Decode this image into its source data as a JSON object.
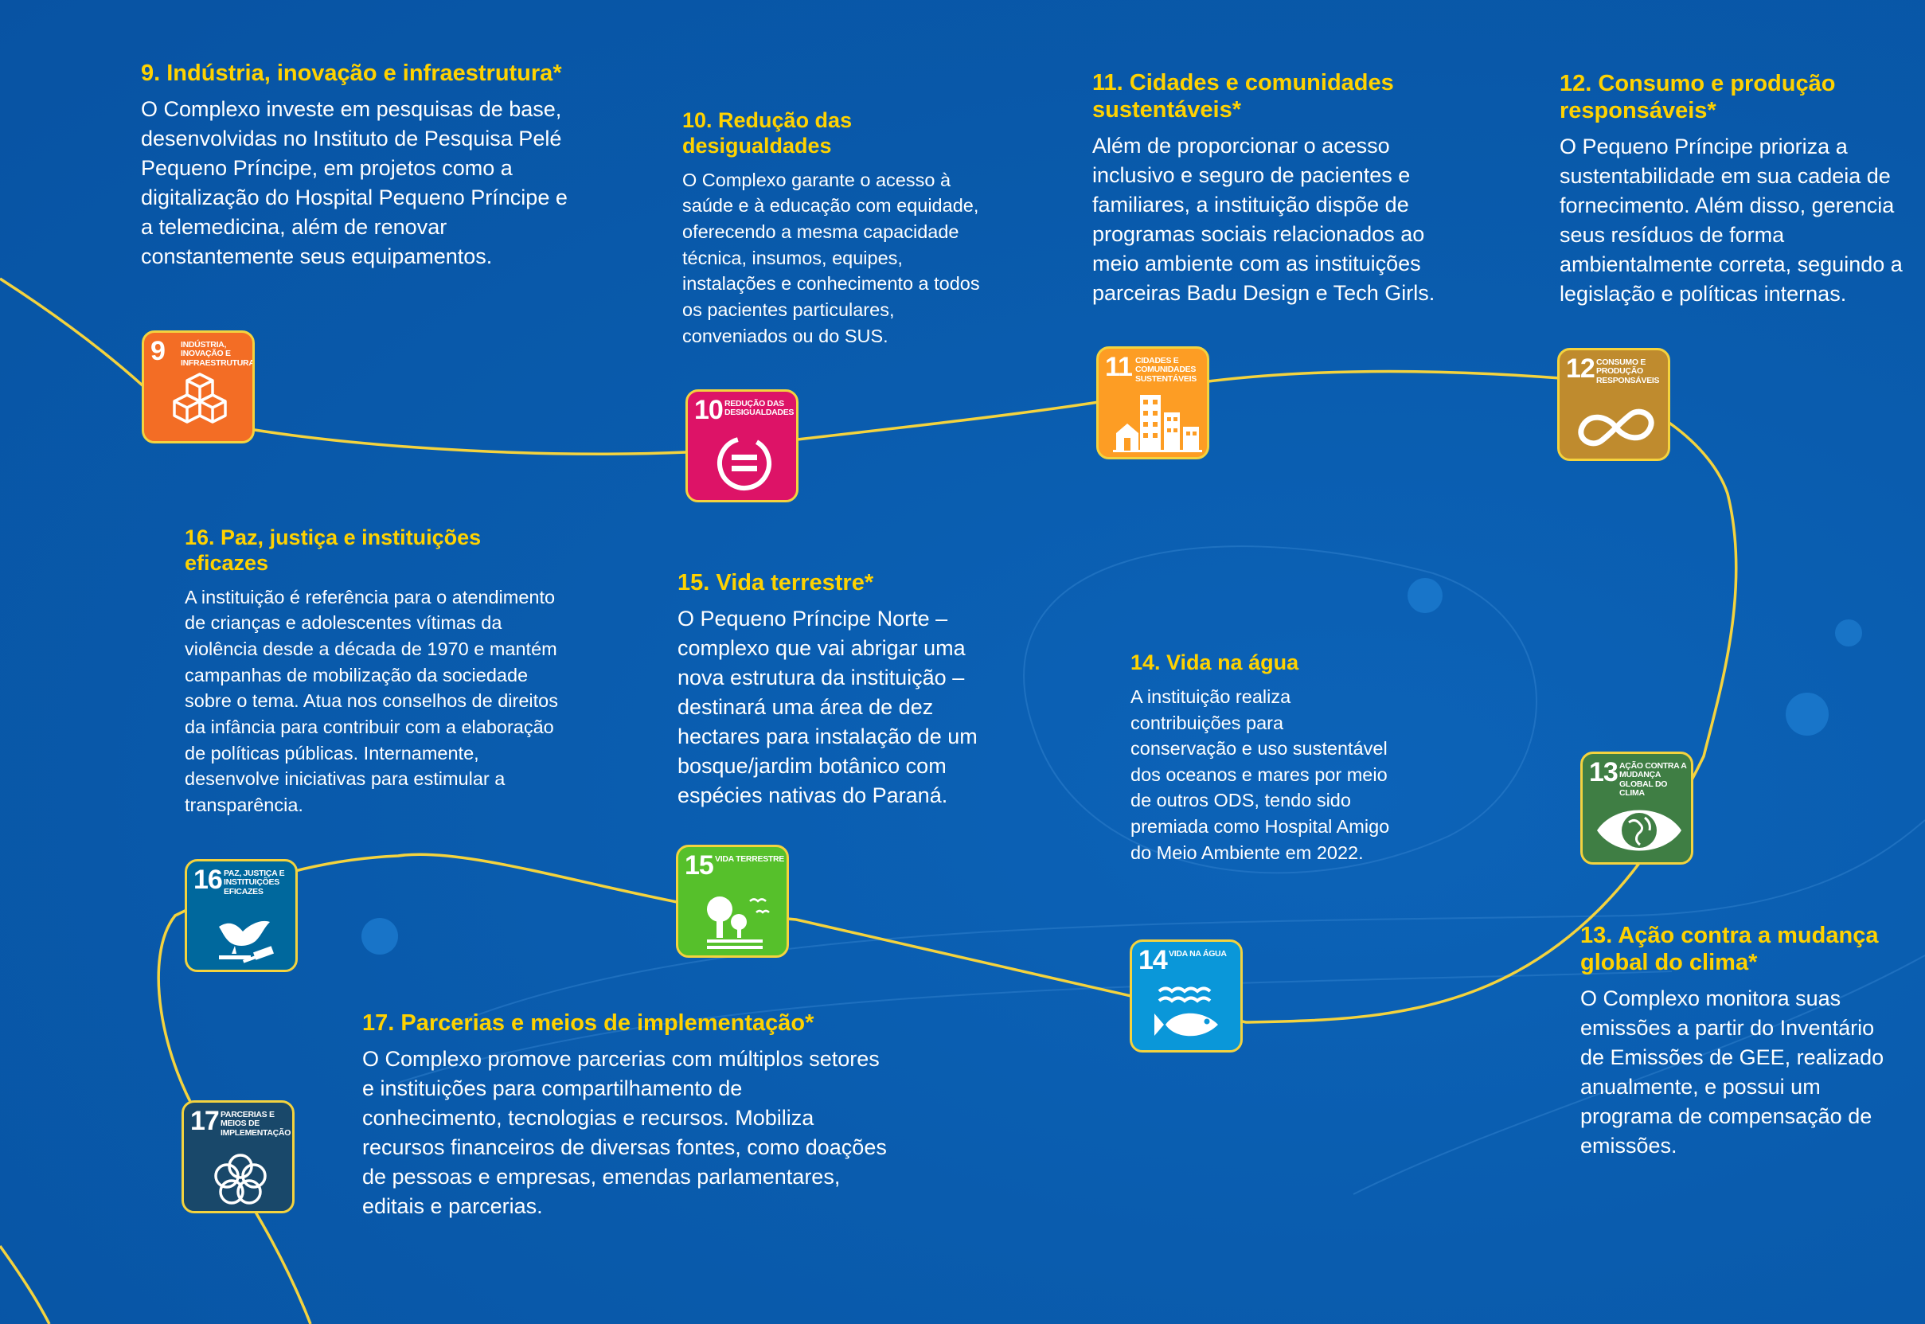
{
  "colors": {
    "background": "#0a5fb3",
    "heading": "#ffd200",
    "path_line": "#f4d33e",
    "body_text": "#ffffff"
  },
  "goals": [
    {
      "id": "9",
      "heading": "9. Indústria, inovação e infraestrutura*",
      "body": "O Complexo investe em pesquisas de base, desenvolvidas no Instituto de Pesquisa Pelé Pequeno Príncipe, em projetos como a digitalização do Hospital Pequeno Príncipe e a telemedicina, além de renovar constantemente seus equipamentos.",
      "tile": {
        "number": "9",
        "label": "Indústria, inovação e infraestrutura",
        "color": "#f36d25",
        "icon": "cubes-icon"
      }
    },
    {
      "id": "10",
      "heading": "10. Redução das desigualdades",
      "body": "O Complexo garante o acesso à saúde e à educação com equidade, oferecendo a mesma capacidade técnica, insumos, equipes, instalações e conhecimento a todos os pacientes particulares, conveniados ou do SUS.",
      "tile": {
        "number": "10",
        "label": "Redução das desigualdades",
        "color": "#dd1367",
        "icon": "equality-icon"
      }
    },
    {
      "id": "11",
      "heading": "11. Cidades e comunidades sustentáveis*",
      "body": "Além de proporcionar o acesso inclusivo e seguro de pacientes e familiares, a instituição dispõe de programas sociais relacionados ao meio ambiente com as instituições parceiras Badu Design e Tech Girls.",
      "tile": {
        "number": "11",
        "label": "Cidades e comunidades sustentáveis",
        "color": "#fd9d24",
        "icon": "city-icon"
      }
    },
    {
      "id": "12",
      "heading": "12. Consumo e produção responsáveis*",
      "body": "O Pequeno Príncipe prioriza a sustentabilidade em sua cadeia de fornecimento. Além disso, gerencia seus resíduos de forma ambientalmente correta, seguindo a legislação e políticas internas.",
      "tile": {
        "number": "12",
        "label": "Consumo e produção responsáveis",
        "color": "#bf8b2e",
        "icon": "infinity-icon"
      }
    },
    {
      "id": "13",
      "heading": "13. Ação contra a mudança global do clima*",
      "body": "O Complexo monitora suas emissões a partir do Inventário de Emissões de GEE, realizado anualmente, e possui um programa de compensação de emissões.",
      "tile": {
        "number": "13",
        "label": "Ação contra a mudança global do clima",
        "color": "#3f7e44",
        "icon": "eye-globe-icon"
      }
    },
    {
      "id": "14",
      "heading": "14. Vida na água",
      "body": "A instituição realiza contribuições para conservação e uso sustentável dos oceanos e mares por meio de outros ODS, tendo sido premiada como Hospital Amigo do Meio Ambiente em 2022.",
      "tile": {
        "number": "14",
        "label": "Vida na água",
        "color": "#0a97d9",
        "icon": "fish-icon"
      }
    },
    {
      "id": "15",
      "heading": "15. Vida terrestre*",
      "body": "O Pequeno Príncipe Norte – complexo que vai abrigar uma nova estrutura da instituição – destinará uma área de dez hectares para instalação de um bosque/jardim botânico com espécies nativas do Paraná.",
      "tile": {
        "number": "15",
        "label": "Vida terrestre",
        "color": "#56c02b",
        "icon": "tree-icon"
      }
    },
    {
      "id": "16",
      "heading": "16. Paz, justiça e instituições eficazes",
      "body": "A instituição é referência para o atendimento de crianças e adolescentes vítimas da violência desde a década de 1970 e mantém campanhas de mobilização da sociedade sobre o tema. Atua nos conselhos de direitos da infância para contribuir com a elaboração de políticas públicas. Internamente, desenvolve iniciativas para estimular a transparência.",
      "tile": {
        "number": "16",
        "label": "Paz, justiça e instituições eficazes",
        "color": "#00689d",
        "icon": "dove-gavel-icon"
      }
    },
    {
      "id": "17",
      "heading": "17. Parcerias e meios de implementação*",
      "body": "O Complexo promove parcerias com múltiplos setores e instituições para compartilhamento de conhecimento, tecnologias e recursos. Mobiliza recursos financeiros de diversas fontes, como doações de pessoas e empresas, emendas parlamentares, editais e parcerias.",
      "tile": {
        "number": "17",
        "label": "Parcerias e meios de implementação",
        "color": "#19486a",
        "icon": "rings-icon"
      }
    }
  ]
}
